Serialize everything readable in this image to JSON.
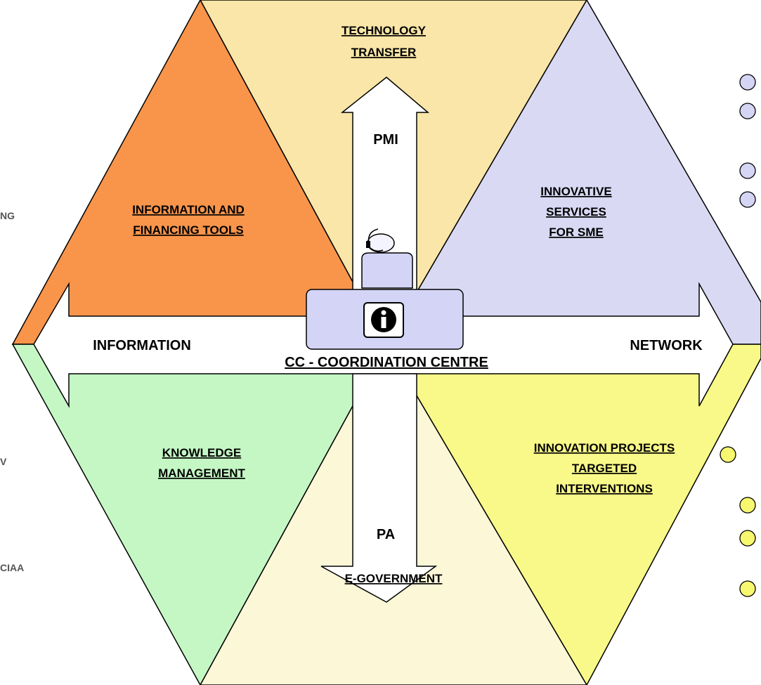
{
  "diagram": {
    "center_title": "CC - COORDINATION CENTRE",
    "sectors": {
      "top": [
        "TECHNOLOGY",
        "TRANSFER"
      ],
      "upper_left": [
        "INFORMATION AND",
        "FINANCING TOOLS"
      ],
      "upper_right": [
        "INNOVATIVE",
        "SERVICES",
        "FOR SME"
      ],
      "lower_left": [
        "KNOWLEDGE",
        "MANAGEMENT"
      ],
      "lower_right": [
        "INNOVATION PROJECTS",
        "TARGETED",
        "INTERVENTIONS"
      ],
      "bottom": [
        "E-GOVERNMENT"
      ]
    },
    "arrows": {
      "up": "PMI",
      "down": "PA",
      "left": "INFORMATION",
      "right": "NETWORK"
    },
    "left_edge_fragments": [
      "NG",
      "V",
      "CIAA"
    ],
    "info_icon": "info-icon"
  },
  "colors": {
    "top": "#f9e6a8",
    "upper_left": "#f9954b",
    "upper_right": "#d9d9f4",
    "lower_left": "#c4f7c4",
    "lower_right": "#f9f989",
    "bottom": "#fbf7d7",
    "desk": "#d4d4f7",
    "bullet_purple": "#d4d4f4",
    "bullet_yellow": "#f8f870"
  }
}
